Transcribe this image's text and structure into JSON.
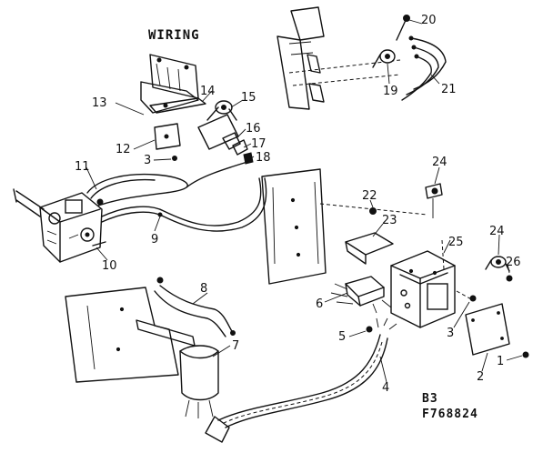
{
  "title": "WIRING",
  "caption": {
    "line1": "B3",
    "line2": "F768824"
  },
  "callouts": {
    "c1": "1",
    "c2": "2",
    "c3a": "3",
    "c3b": "3",
    "c4": "4",
    "c5": "5",
    "c6": "6",
    "c7": "7",
    "c8": "8",
    "c9": "9",
    "c10": "10",
    "c11": "11",
    "c12": "12",
    "c13": "13",
    "c14": "14",
    "c15": "15",
    "c16": "16",
    "c17": "17",
    "c18": "18",
    "c19": "19",
    "c20": "20",
    "c21": "21",
    "c22": "22",
    "c23": "23",
    "c24a": "24",
    "c24b": "24",
    "c25": "25",
    "c26": "26"
  }
}
